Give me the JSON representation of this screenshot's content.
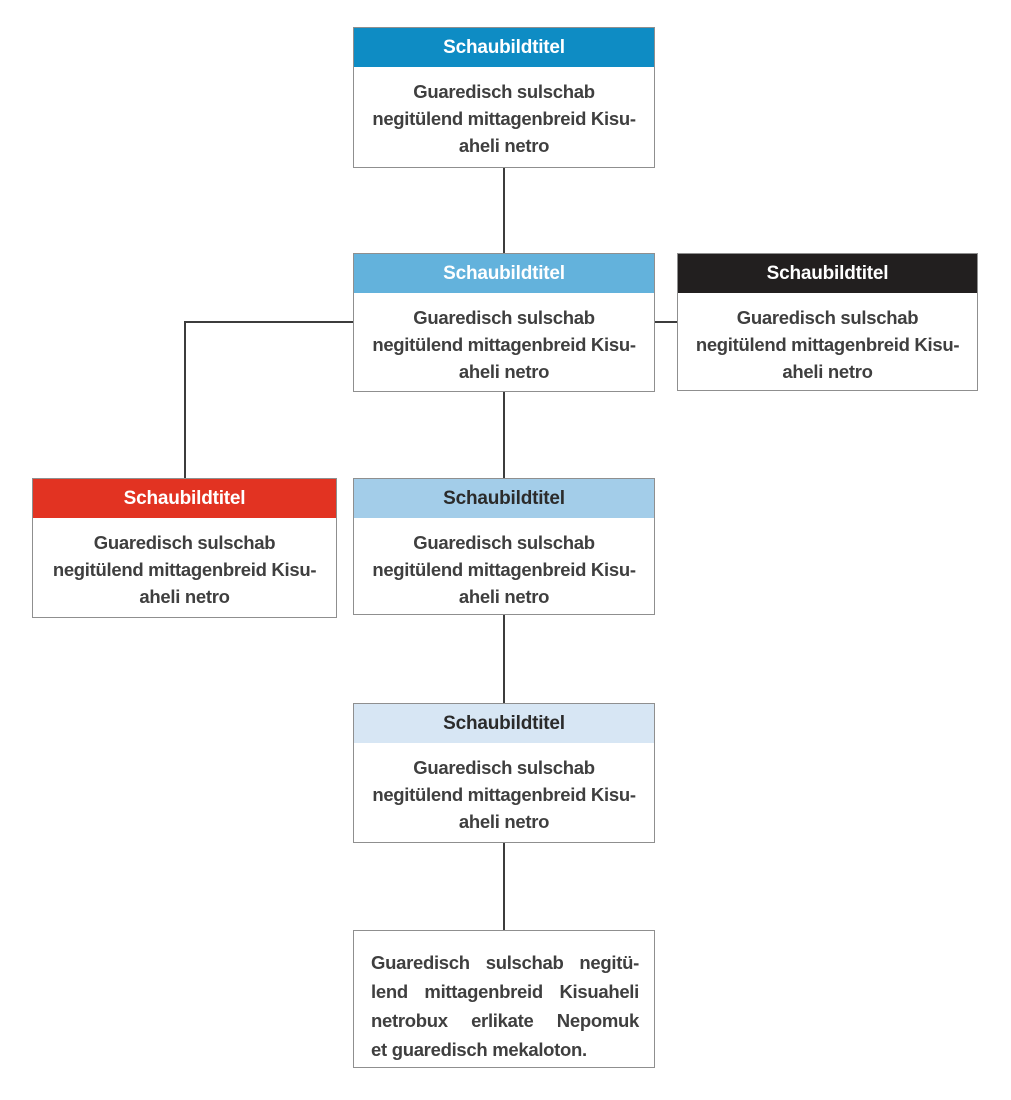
{
  "diagram": {
    "type": "flowchart",
    "connector_color": "#3c3c3c",
    "border_color": "#8f8f8f"
  },
  "boxes": [
    {
      "name": "top-box",
      "title": "Schaubildtitel",
      "header_bg": "#0e8cc4",
      "title_color": "#ffffff",
      "body_lines": [
        "Guaredisch sulschab",
        "negitülend mittagenbreid Kisu-",
        "aheli netro"
      ]
    },
    {
      "name": "second-level-box",
      "title": "Schaubildtitel",
      "header_bg": "#63b2dc",
      "title_color": "#ffffff",
      "body_lines": [
        "Guaredisch sulschab",
        "negitülend mittagenbreid Kisu-",
        "aheli netro"
      ]
    },
    {
      "name": "black-side-box",
      "title": "Schaubildtitel",
      "header_bg": "#221f1f",
      "title_color": "#ffffff",
      "body_lines": [
        "Guaredisch sulschab",
        "negitülend mittagenbreid Kisu-",
        "aheli netro"
      ]
    },
    {
      "name": "red-side-box",
      "title": "Schaubildtitel",
      "header_bg": "#e23322",
      "title_color": "#ffffff",
      "body_lines": [
        "Guaredisch sulschab",
        "negitülend mittagenbreid Kisu-",
        "aheli netro"
      ]
    },
    {
      "name": "third-level-box",
      "title": "Schaubildtitel",
      "header_bg": "#a3cde9",
      "title_color": "#2b2b2b",
      "body_lines": [
        "Guaredisch sulschab",
        "negitülend mittagenbreid Kisu-",
        "aheli netro"
      ]
    },
    {
      "name": "fourth-level-box",
      "title": "Schaubildtitel",
      "header_bg": "#d7e6f4",
      "title_color": "#2b2b2b",
      "body_lines": [
        "Guaredisch sulschab",
        "negitülend mittagenbreid Kisu-",
        "aheli netro"
      ]
    },
    {
      "name": "bottom-text-box",
      "title": null,
      "body_lines": [
        "Guaredisch sulschab negitü-",
        "lend mittagenbreid Kisuaheli",
        "netrobux erlikate Nepomuk",
        "et guaredisch mekaloton."
      ]
    }
  ]
}
